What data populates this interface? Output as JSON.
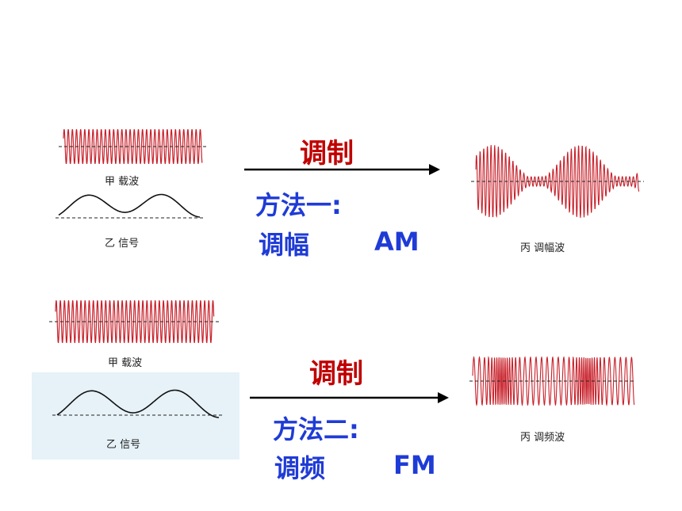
{
  "am_section": {
    "carrier_label": "甲 载波",
    "signal_label": "乙 信号",
    "modulation_label": "调制",
    "method_line": "方法一:",
    "method_name": "调幅",
    "method_abbr": "AM",
    "result_label": "丙 调幅波"
  },
  "fm_section": {
    "carrier_label": "甲 载波",
    "signal_label": "乙 信号",
    "modulation_label": "调制",
    "method_line": "方法二:",
    "method_name": "调频",
    "method_abbr": "FM",
    "result_label": "丙 调频波"
  },
  "colors": {
    "wave_red": "#c8202a",
    "signal_black": "#111111",
    "title_red": "#c00000",
    "method_blue": "#1f3bd6",
    "panel_blue_bg": "#e4f1f8"
  }
}
